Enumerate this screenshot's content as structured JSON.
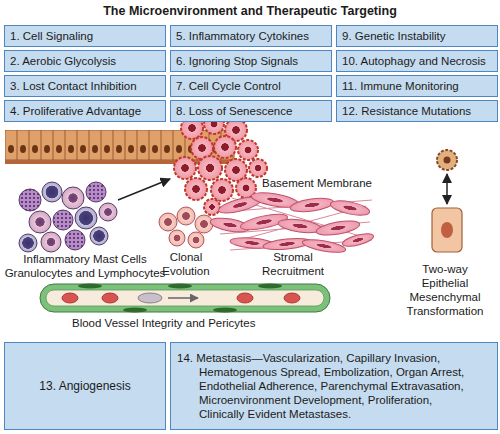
{
  "diagram": {
    "title": "The Microenvironment and Therapeutic Targeting",
    "nodes": [
      {
        "text": [
          "1. Cell Signaling"
        ]
      },
      {
        "text": [
          "2. Aerobic Glycolysis"
        ]
      },
      {
        "text": [
          "3. Lost Contact Inhibition"
        ]
      },
      {
        "text": [
          "4. Proliferative Advantage"
        ]
      },
      {
        "text": [
          "5. Inflammatory Cytokines"
        ]
      },
      {
        "text": [
          "6. Ignoring Stop Signals"
        ]
      },
      {
        "text": [
          "7. Cell Cycle Control"
        ]
      },
      {
        "text": [
          "8. Loss of Senescence"
        ]
      },
      {
        "text": [
          "9. Genetic Instability"
        ]
      },
      {
        "text": [
          "10. Autophagy and Necrosis"
        ]
      },
      {
        "text": [
          "11. Immune Monitoring"
        ]
      },
      {
        "text": [
          "12. Resistance Mutations"
        ]
      },
      {
        "text": [
          "13. Angiogenesis"
        ]
      },
      {
        "text": [
          "14. Metastasis—Vascularization, Capillary Invasion, Hematogenous Spread, Embolization, Organ Arrest, Endothelial Adherence, Parenchymal Extravasation, Microenvironment Development, Proliferation, Clinically Evident Metastases."
        ]
      }
    ],
    "labels": [
      "Basement Membrane",
      "Inflammatory Mast Cells Granulocytes and Lymphocytes",
      "Clonal Evolution",
      "Stromal Recruitment",
      "Two-way Epithelial Mesenchymal Transformation",
      "Blood Vessel Integrity and Pericytes"
    ]
  }
}
